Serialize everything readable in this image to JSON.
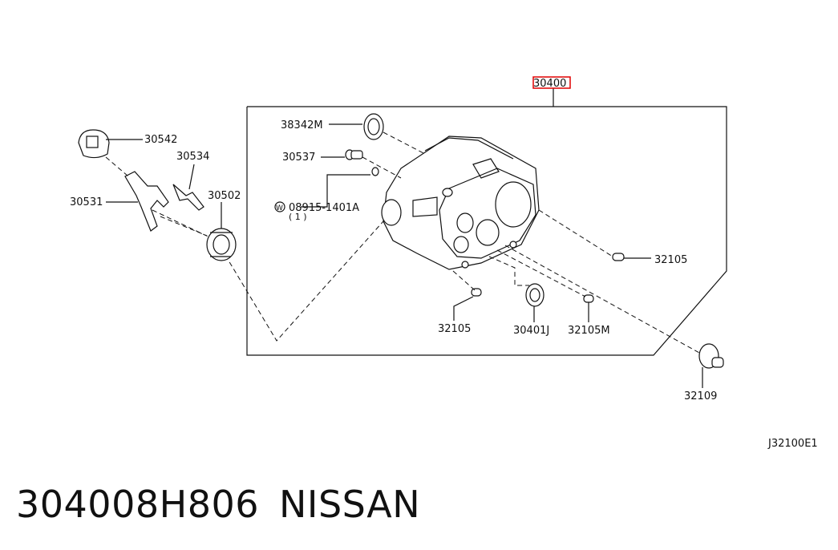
{
  "diagram_code": "J32100E1",
  "footer": {
    "part_number": "304008H806",
    "brand": "NISSAN"
  },
  "colors": {
    "highlight": "#e00000",
    "ink": "#111111"
  },
  "callouts": {
    "housing": "30400",
    "seal_top": "38342M",
    "plug": "30537",
    "washer_code": "08915-1401A",
    "washer_qty": "( 1 )",
    "cap": "30542",
    "spring": "30534",
    "fork": "30531",
    "release_bearing": "30502",
    "dowel_right": "32105",
    "dowel_bottom": "32105",
    "oil_seal": "30401J",
    "dowel_m": "32105M",
    "bush": "32109"
  }
}
